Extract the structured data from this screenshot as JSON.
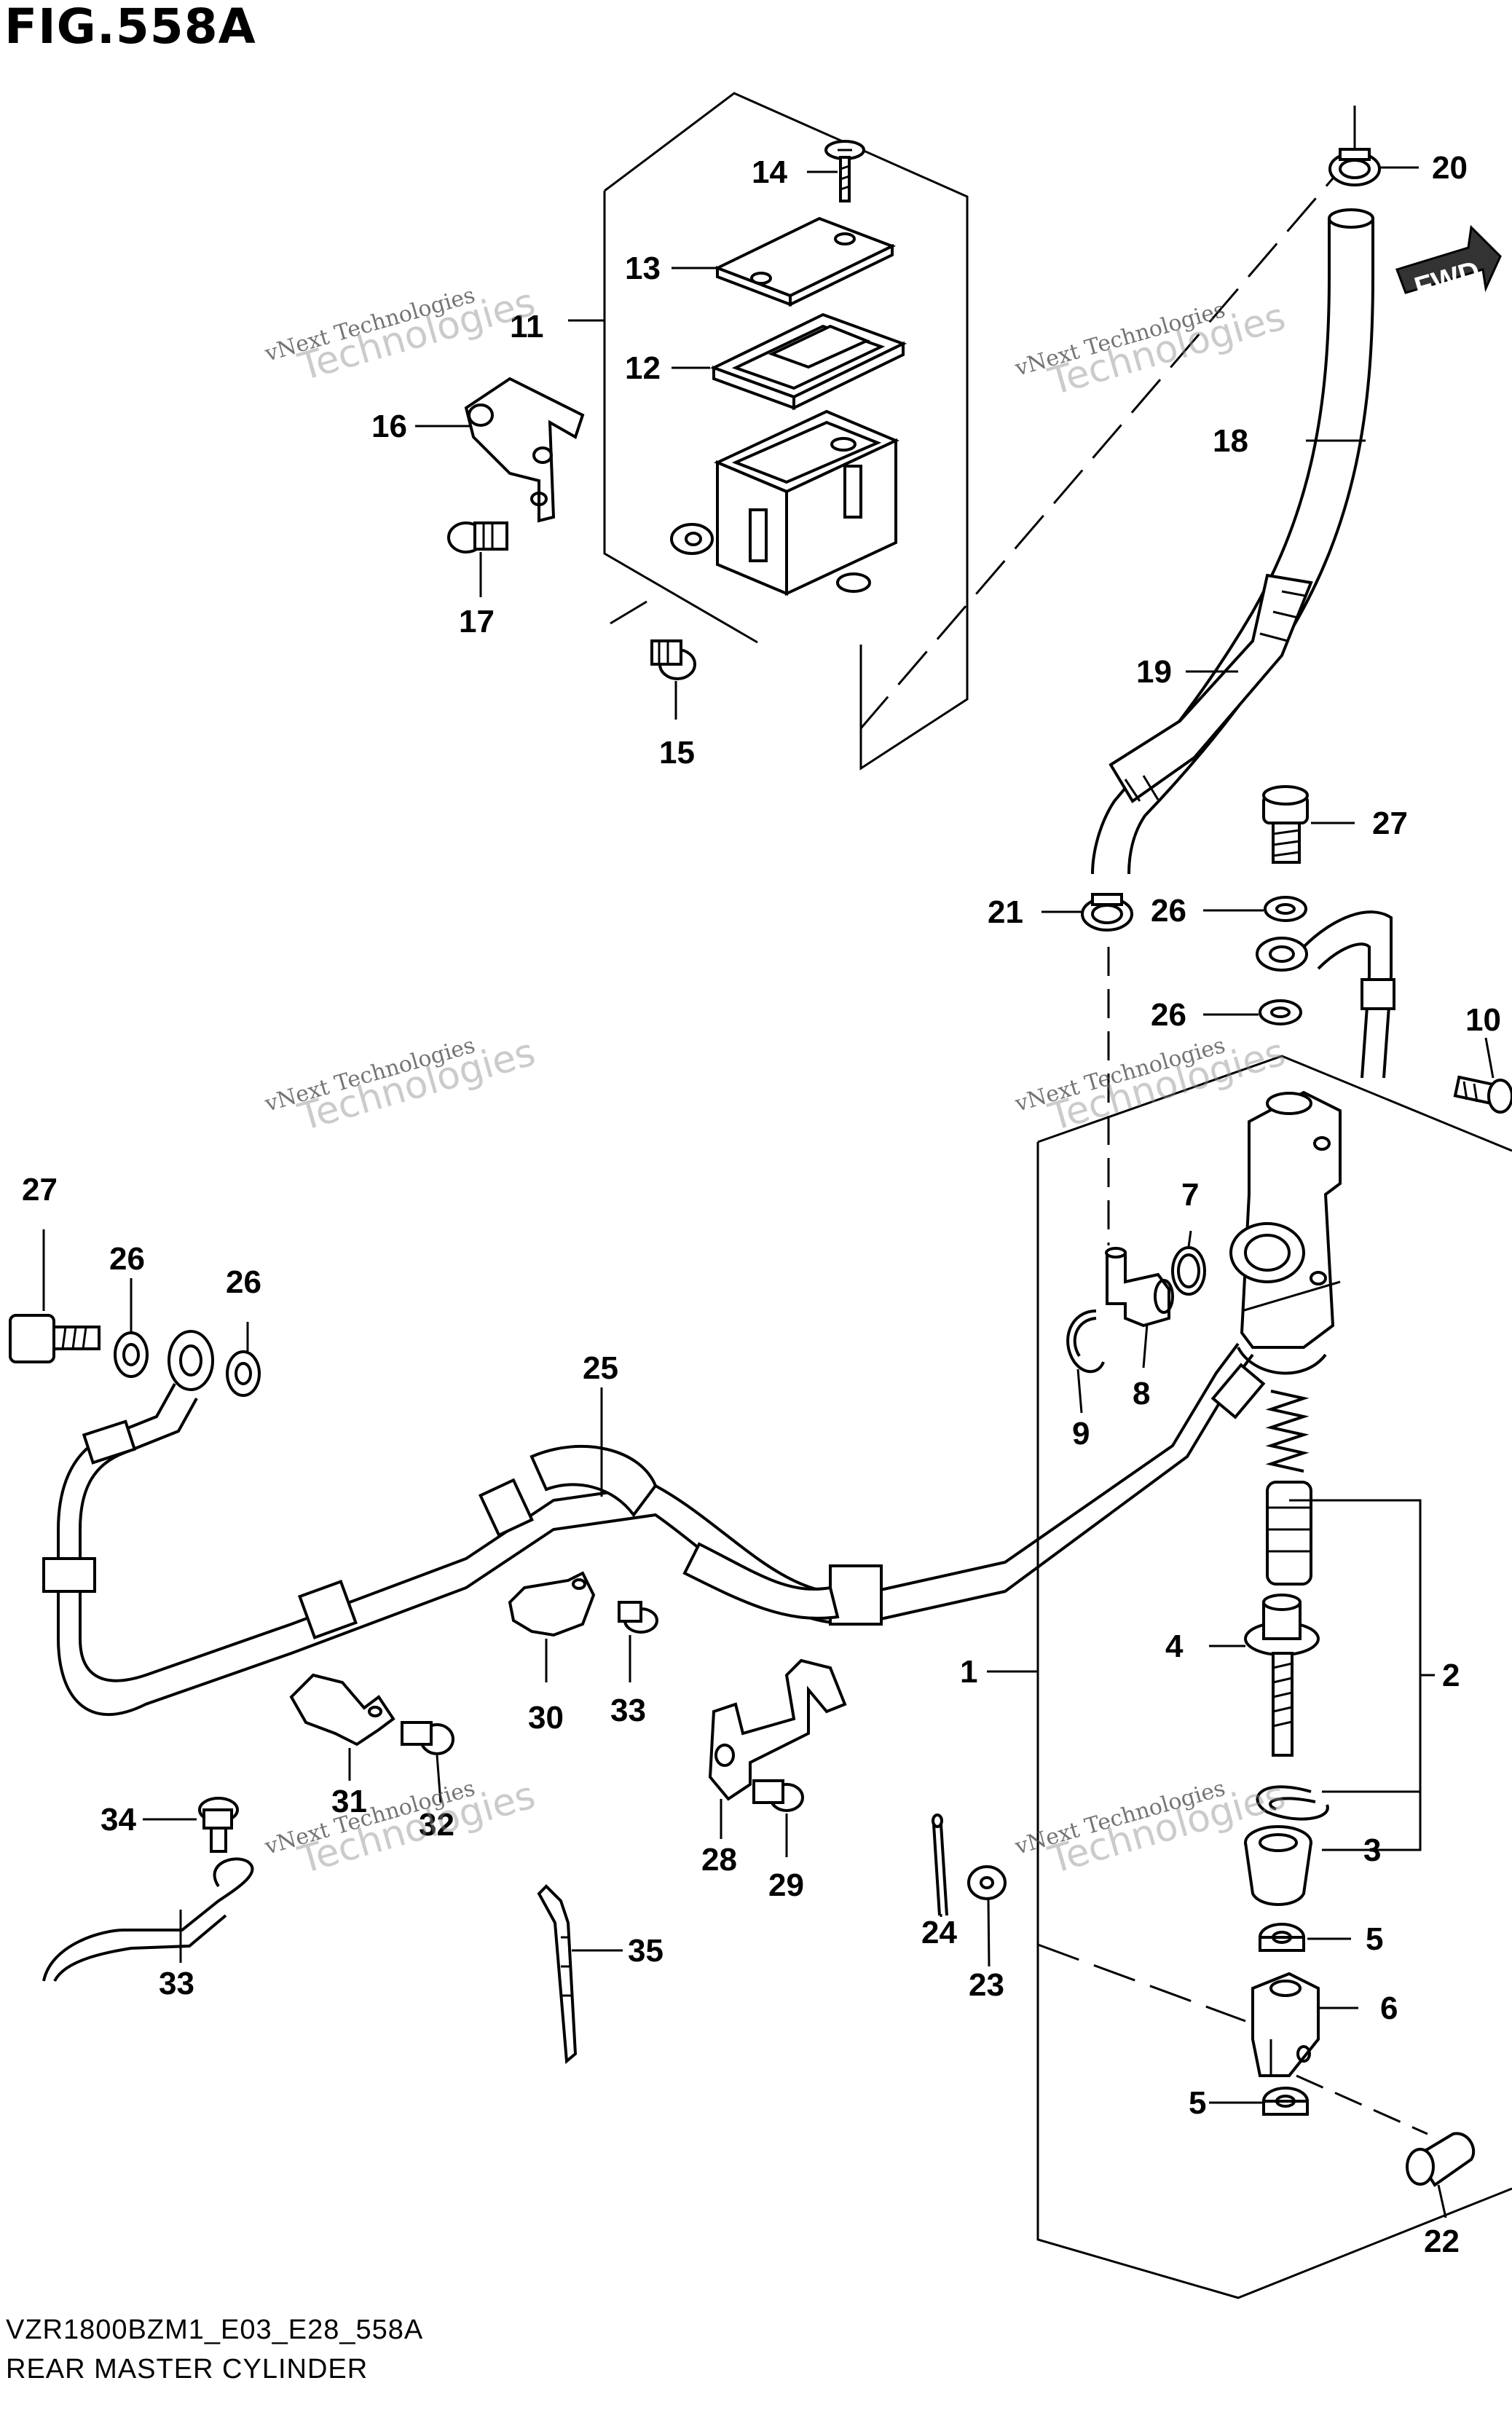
{
  "figure": {
    "title": "FIG.558A",
    "code": "VZR1800BZM1_E03_E28_558A",
    "name": "REAR MASTER CYLINDER",
    "direction_label": "FWD"
  },
  "watermarks": [
    {
      "line1": "vNext Technologies",
      "line2": "Technologies"
    },
    {
      "line1": "vNext Technologies",
      "line2": "Technologies"
    },
    {
      "line1": "vNext Technologies",
      "line2": "Technologies"
    },
    {
      "line1": "vNext Technologies",
      "line2": "Technologies"
    },
    {
      "line1": "vNext Technologies",
      "line2": "Technologies"
    },
    {
      "line1": "vNext Technologies",
      "line2": "Technologies"
    }
  ],
  "callouts": [
    "14",
    "13",
    "11",
    "12",
    "16",
    "17",
    "15",
    "20",
    "18",
    "19",
    "27",
    "21",
    "26",
    "26",
    "10",
    "7",
    "9",
    "8",
    "27",
    "26",
    "26",
    "25",
    "4",
    "2",
    "1",
    "30",
    "33",
    "31",
    "32",
    "28",
    "29",
    "34",
    "33",
    "35",
    "3",
    "24",
    "23",
    "5",
    "6",
    "5",
    "22"
  ]
}
